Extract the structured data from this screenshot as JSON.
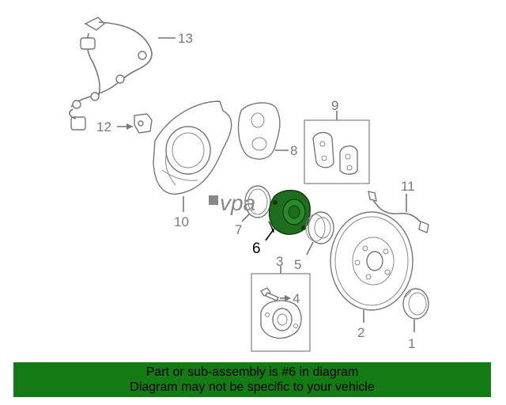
{
  "callouts": {
    "c1": "1",
    "c2": "2",
    "c3": "3",
    "c4": "4",
    "c5": "5",
    "c6": "6",
    "c7": "7",
    "c8": "8",
    "c9": "9",
    "c10": "10",
    "c11": "11",
    "c12": "12",
    "c13": "13"
  },
  "watermark": "vpa",
  "banner": {
    "line1": "Part or sub-assembly is #6 in diagram",
    "line2": "Diagram may not be specific to your vehicle"
  },
  "colors": {
    "highlight": "#1f7a1f",
    "banner": "#147a14",
    "line": "#777777"
  }
}
